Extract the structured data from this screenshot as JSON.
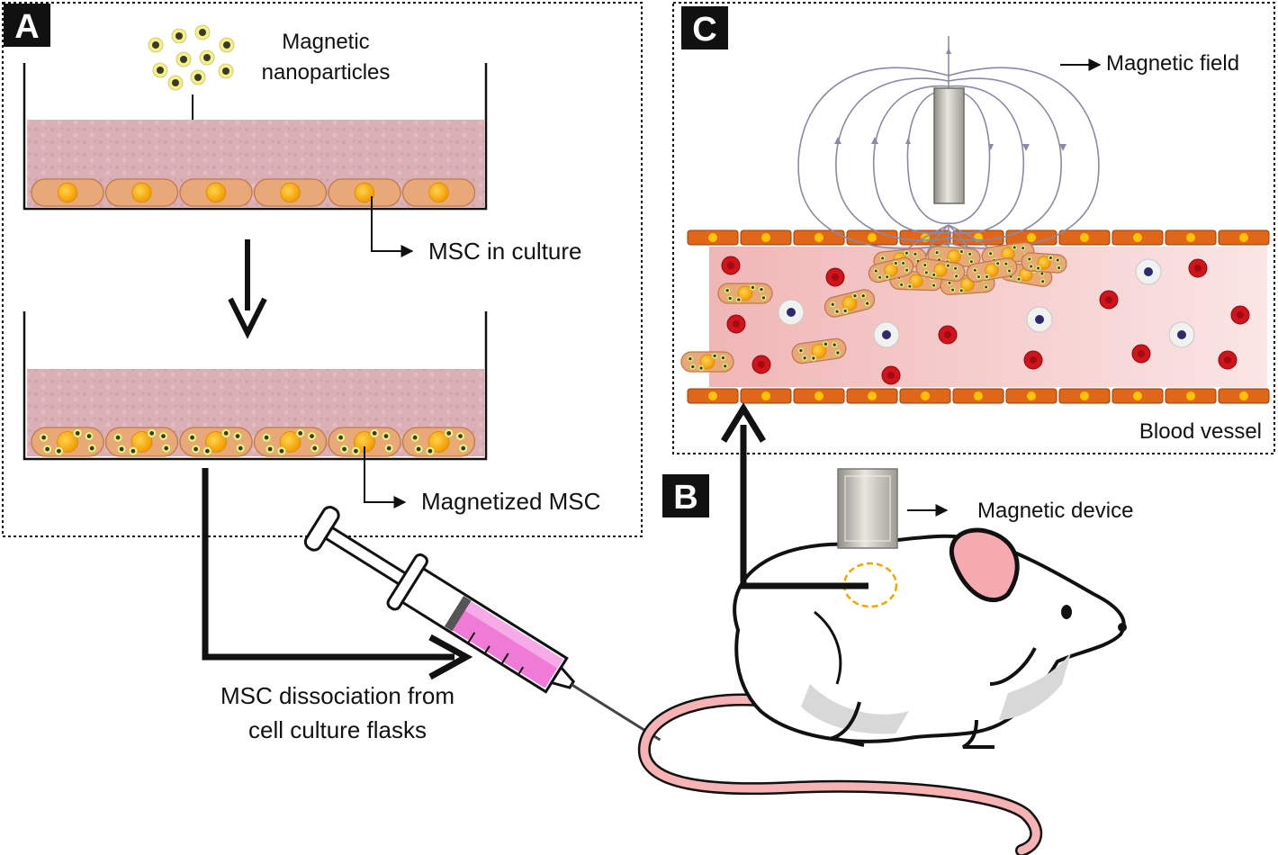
{
  "panels": {
    "a": {
      "letter": "A"
    },
    "b": {
      "letter": "B"
    },
    "c": {
      "letter": "C"
    }
  },
  "labels": {
    "nanoparticles_line1": "Magnetic",
    "nanoparticles_line2": "nanoparticles",
    "msc_culture": "MSC in culture",
    "magnetized_msc": "Magnetized MSC",
    "dissociation_line1": "MSC dissociation from",
    "dissociation_line2": "cell culture flasks",
    "magnetic_field": "Magnetic field",
    "blood_vessel": "Blood vessel",
    "magnetic_device": "Magnetic device"
  },
  "colors": {
    "culture_medium": "#d9aeb3",
    "cell_body": "#e8a878",
    "nucleus": "#ffb300",
    "nanoparticle": "#f5f08a",
    "vessel_wall": "#e0661a",
    "blood_plasma": "#f4c6c6",
    "red_blood_cell": "#d0141c",
    "syringe_fluid": "#f06fd0",
    "mouse_ear": "#f5aab0",
    "mouse_tail": "#f7b2b4",
    "injection_site": "#f0a800"
  }
}
